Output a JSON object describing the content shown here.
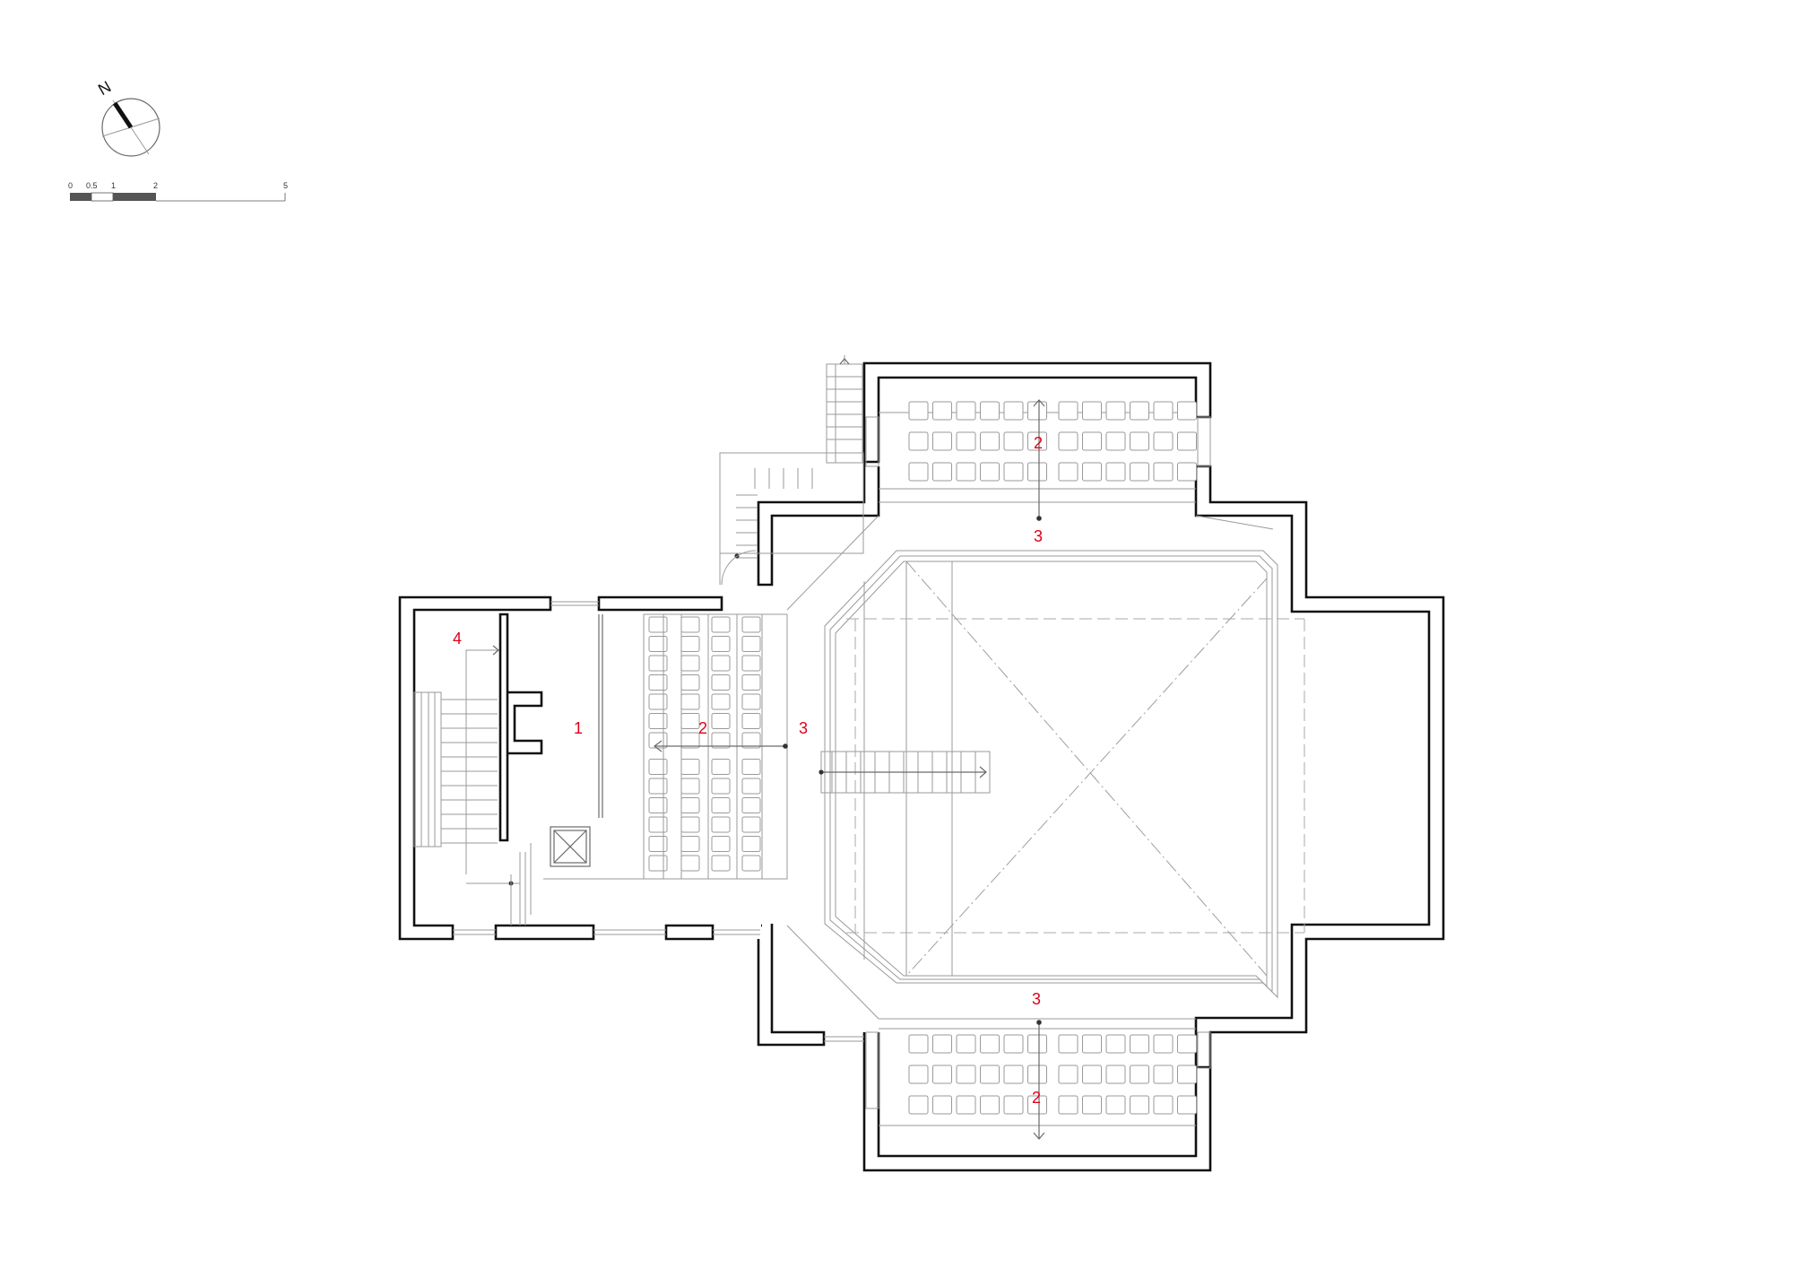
{
  "compass": {
    "north_label": "N"
  },
  "scale_bar": {
    "ticks": [
      "0",
      "0.5",
      "1",
      "2",
      "5"
    ]
  },
  "colors": {
    "walls": "#111111",
    "lines": "#9a9a9a",
    "labels": "#e1001a"
  },
  "room_labels": [
    {
      "id": "label-1",
      "text": "1"
    },
    {
      "id": "label-2-west",
      "text": "2"
    },
    {
      "id": "label-3-west",
      "text": "3"
    },
    {
      "id": "label-4",
      "text": "4"
    },
    {
      "id": "label-2-north",
      "text": "2"
    },
    {
      "id": "label-3-north",
      "text": "3"
    },
    {
      "id": "label-3-south",
      "text": "3"
    },
    {
      "id": "label-2-south",
      "text": "2"
    }
  ]
}
